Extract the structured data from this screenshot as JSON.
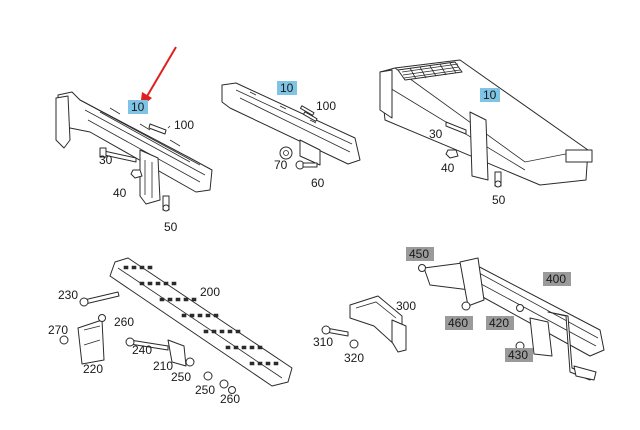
{
  "labels": {
    "step1_10": "10",
    "step1_100": "100",
    "step1_30": "30",
    "step1_40": "40",
    "step1_50": "50",
    "step2_10": "10",
    "step2_100": "100",
    "step2_70": "70",
    "step2_60": "60",
    "step3_10": "10",
    "step3_30": "30",
    "step3_40": "40",
    "step3_50": "50",
    "tread_200": "200",
    "tread_230": "230",
    "tread_270": "270",
    "tread_260a": "260",
    "tread_220": "220",
    "tread_240": "240",
    "tread_210": "210",
    "tread_250a": "250",
    "tread_250b": "250",
    "tread_260b": "260",
    "bracket_300": "300",
    "bracket_310": "310",
    "bracket_320": "320",
    "assy_450": "450",
    "assy_400": "400",
    "assy_460": "460",
    "assy_420": "420",
    "assy_430": "430"
  },
  "colors": {
    "highlight_blue": "#7fc4e4",
    "highlight_grey": "#9a9a9a",
    "arrow": "#e02020"
  }
}
